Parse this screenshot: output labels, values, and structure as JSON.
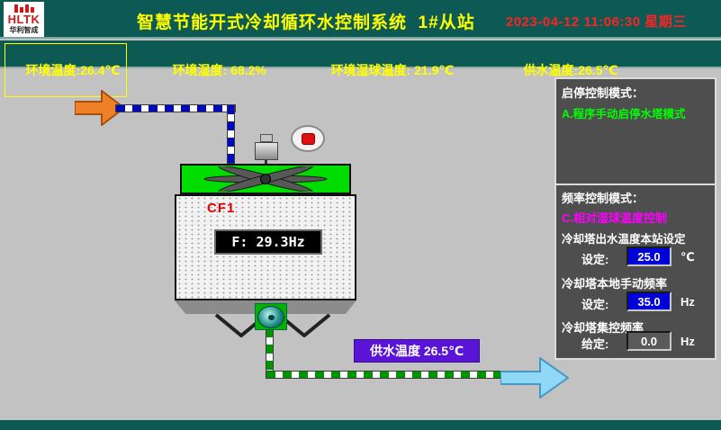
{
  "header": {
    "logo": {
      "brand": "HLTK",
      "company": "华利智成"
    },
    "title": "智慧节能开式冷却循环水控制系统  1#从站",
    "datetime": "2023-04-12 11:06:30 星期三"
  },
  "status_bar": {
    "items": [
      {
        "label": "环境温度:",
        "value": "26.4℃"
      },
      {
        "label": "环境湿度: ",
        "value": "68.2%"
      },
      {
        "label": "环境湿球温度: ",
        "value": "21.9℃"
      },
      {
        "label": "供水温度:",
        "value": "26.5℃"
      }
    ]
  },
  "diagram": {
    "tower_name": "CF1",
    "frequency_display": "F: 29.3Hz",
    "supply_temp_label": "供水温度 26.5℃"
  },
  "control_panel": {
    "start_stop_title": "启停控制模式：",
    "start_stop_mode": "A.程序手动启停水塔模式",
    "frequency_title": "频率控制模式：",
    "frequency_mode": "C.相对湿球温度控制",
    "settings": [
      {
        "label": "冷却塔出水温度本站设定",
        "field": "设定:",
        "value": "25.0",
        "unit": "℃"
      },
      {
        "label": "冷却塔本地手动频率",
        "field": "设定:",
        "value": "35.0",
        "unit": "Hz"
      },
      {
        "label": "冷却塔集控频率",
        "field": "给定:",
        "value": "0.0",
        "unit": "Hz"
      }
    ]
  },
  "colors": {
    "header_bg": "#0d5a54",
    "title_yellow": "#ffff00",
    "datetime_red": "#ff2222",
    "mode_a_green": "#00ff00",
    "mode_c_magenta": "#ff00ff",
    "setpoint_blue": "#0000d8",
    "supply_label_purple": "#5a14d8",
    "fan_housing_green": "#00dc00"
  }
}
